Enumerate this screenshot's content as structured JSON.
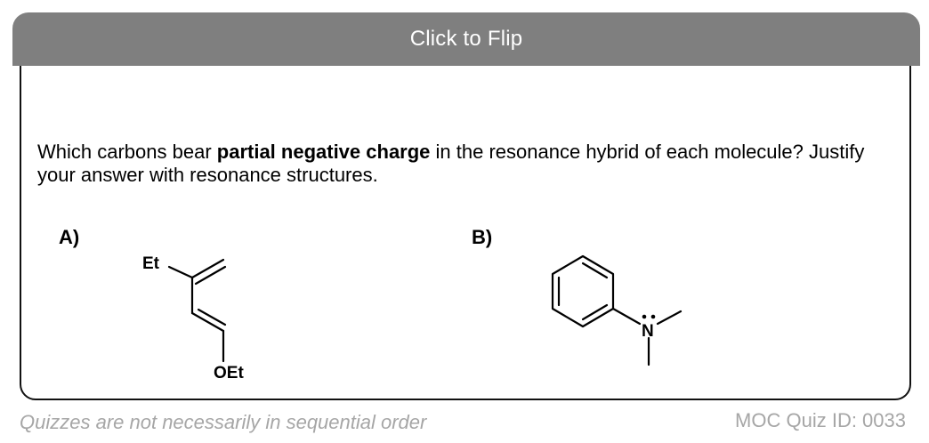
{
  "header": {
    "flip_label": "Click to Flip"
  },
  "question": {
    "text_before": "Which carbons bear ",
    "text_bold": "partial negative charge",
    "text_after": " in the resonance hybrid of each molecule? Justify your answer with resonance structures."
  },
  "molecules": {
    "a": {
      "label": "A)",
      "substituent_top": "Et",
      "substituent_bottom": "OEt"
    },
    "b": {
      "label": "B)",
      "heteroatom": "N"
    }
  },
  "footer": {
    "note": "Quizzes are not necessarily in sequential order",
    "quiz_id": "MOC Quiz ID: 0033"
  },
  "colors": {
    "bar": "#7f7f7f",
    "footer_text": "#a6a6a6",
    "border": "#111111"
  }
}
